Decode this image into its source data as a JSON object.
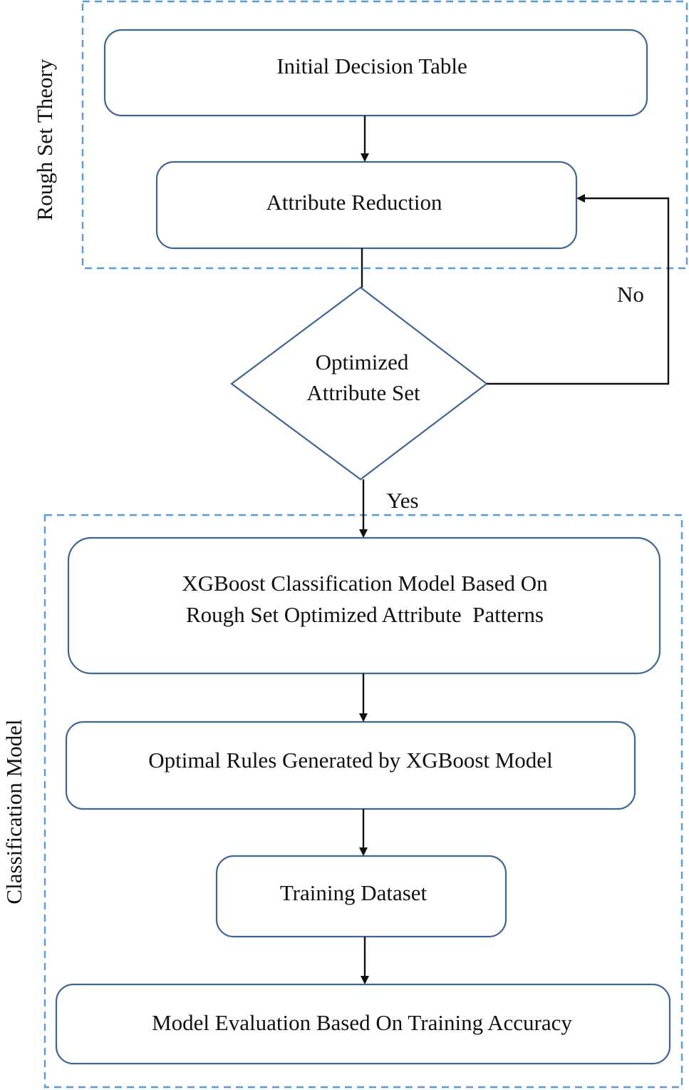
{
  "groups": {
    "rough_set": {
      "label": "Rough Set Theory"
    },
    "classification": {
      "label": "Classification Model"
    }
  },
  "nodes": {
    "initial_table": {
      "label": "Initial Decision Table"
    },
    "attr_reduction": {
      "label": "Attribute Reduction"
    },
    "decision": {
      "line1": "Optimized",
      "line2": "Attribute Set"
    },
    "xgb_model": {
      "line1": "XGBoost Classification Model Based On",
      "line2": "Rough Set Optimized Attribute  Patterns"
    },
    "optimal_rules": {
      "label": "Optimal Rules Generated by XGBoost Model"
    },
    "training_dataset": {
      "label": "Training Dataset"
    },
    "model_eval": {
      "label": "Model Evaluation Based On Training Accuracy"
    }
  },
  "edges": {
    "no_label": "No",
    "yes_label": "Yes"
  },
  "colors": {
    "box_border": "#3f6596",
    "group_border": "#5b9bd5",
    "line": "#111111"
  }
}
